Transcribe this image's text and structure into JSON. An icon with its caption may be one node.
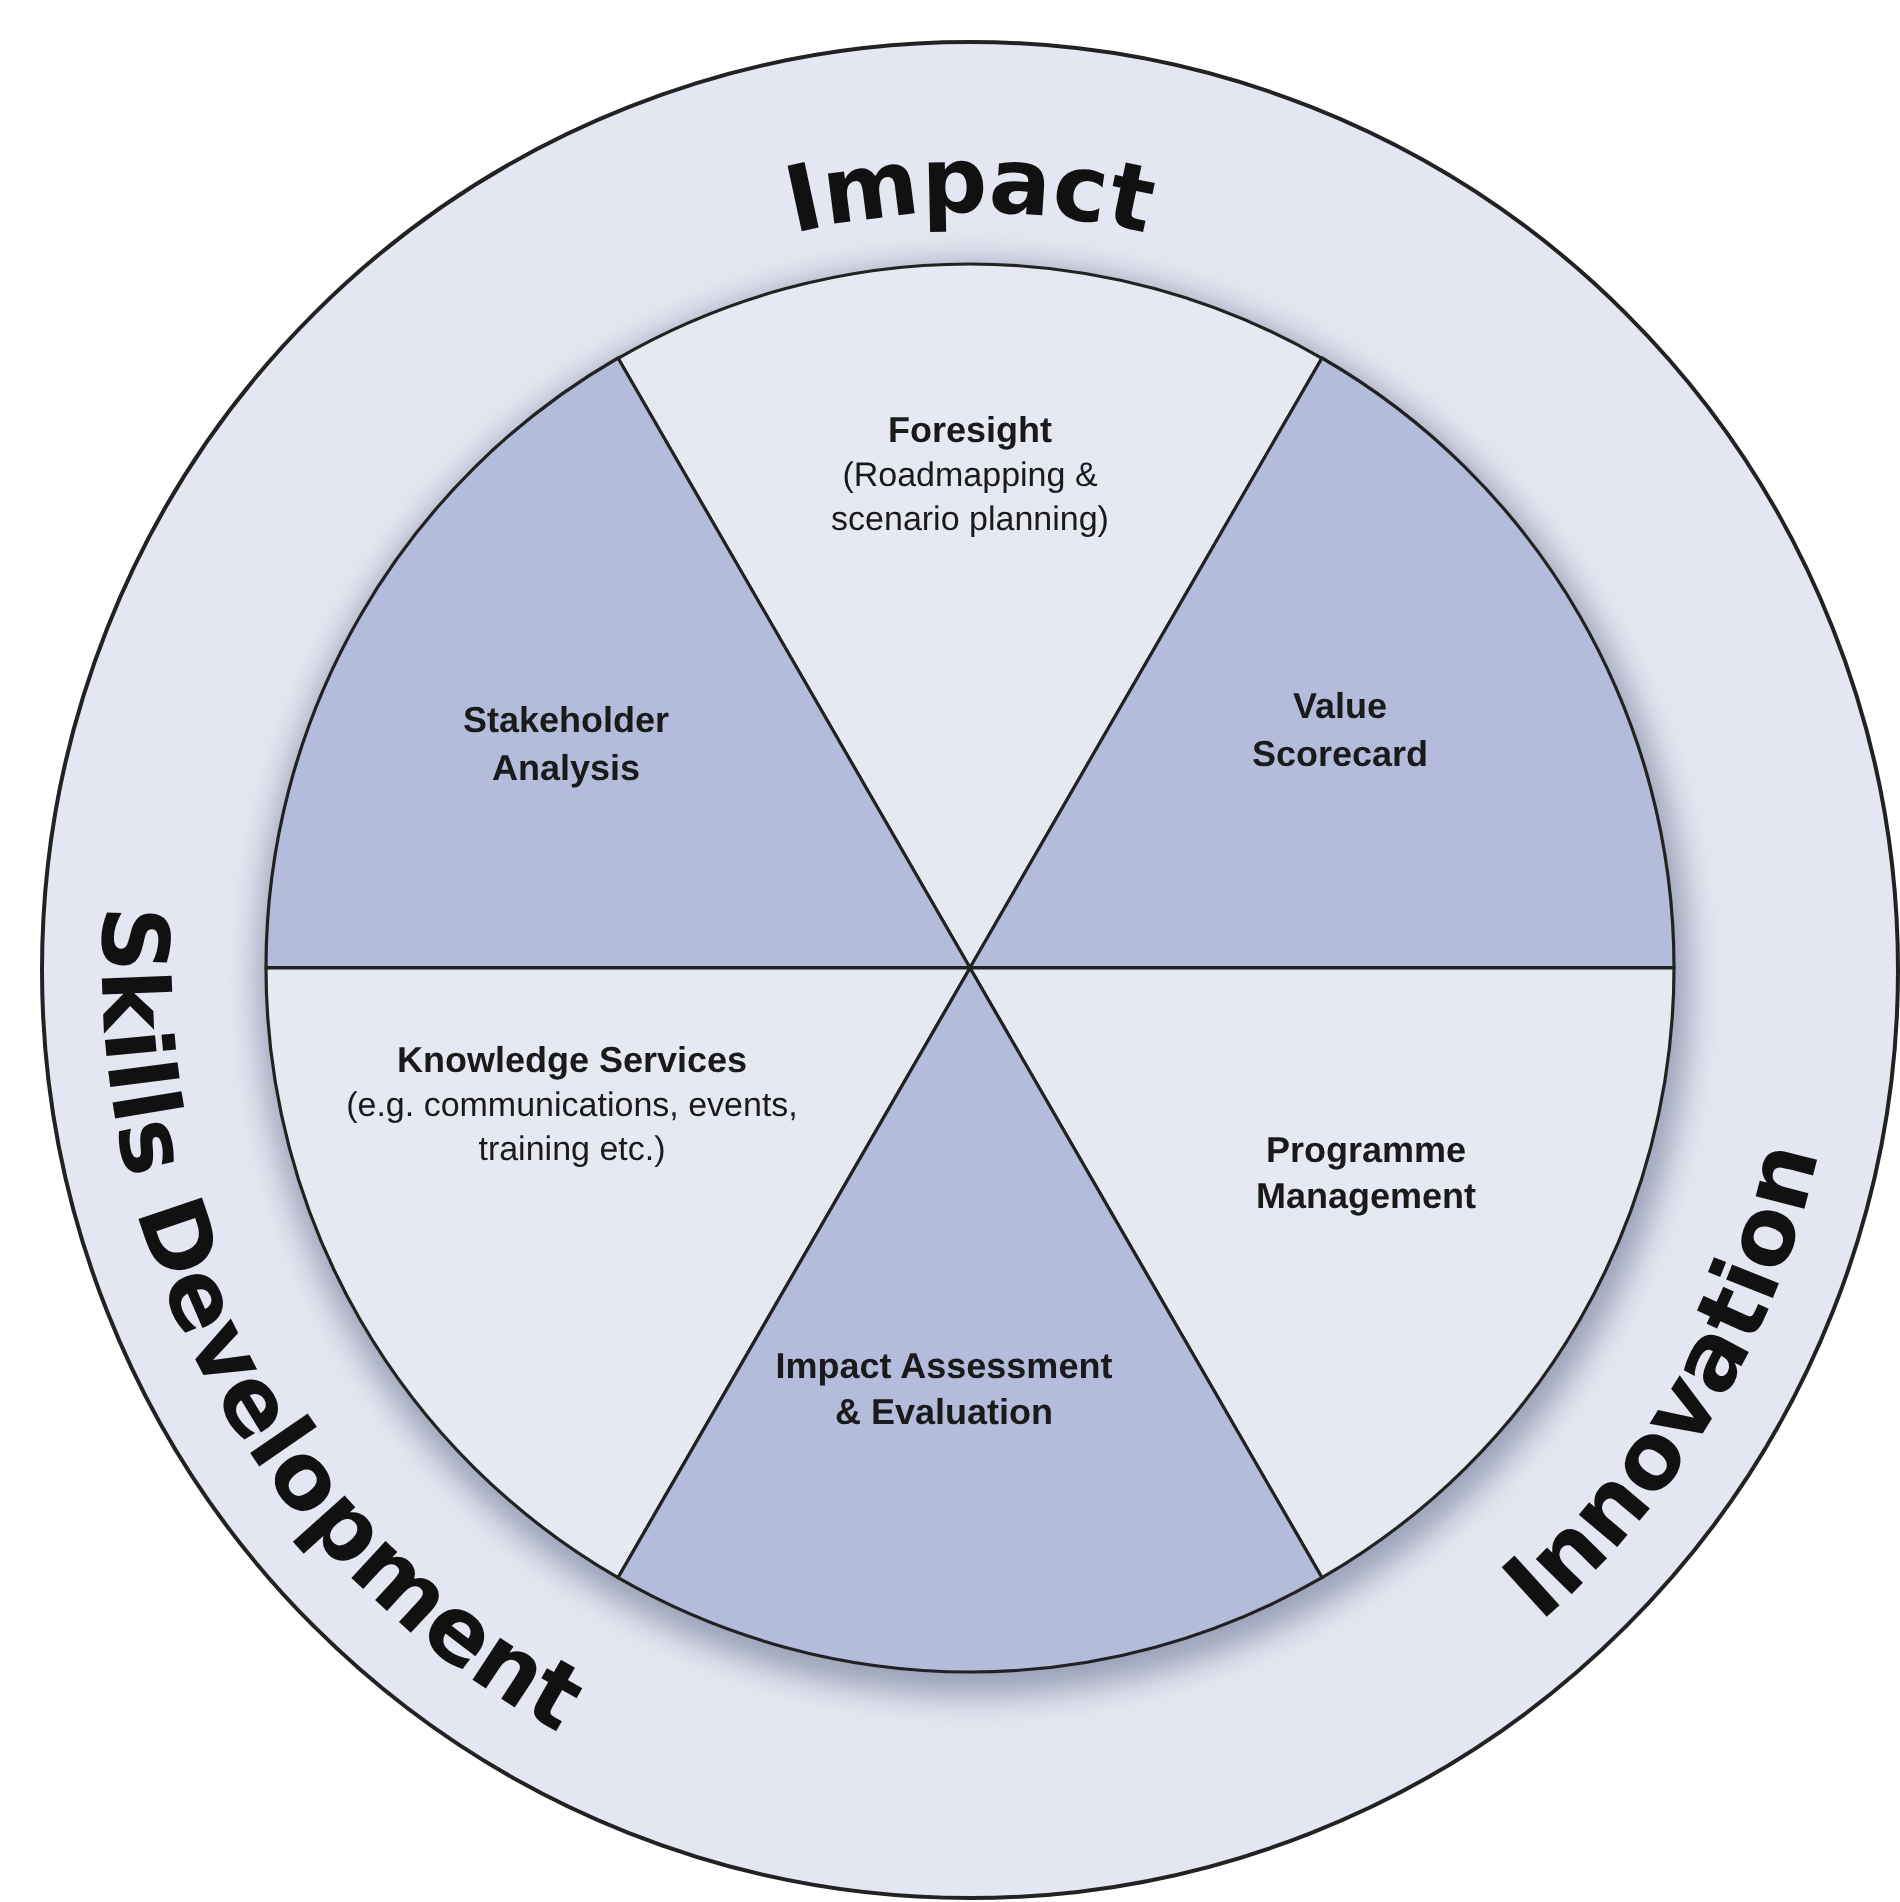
{
  "diagram": {
    "nodes": [
      {
        "text": [
          "Impact",
          "Skills Development",
          "Innovation"
        ]
      },
      {
        "text": [
          "Foresight",
          "(Roadmapping & scenario planning)"
        ],
        "in": 0
      },
      {
        "text": [
          "Stakeholder Analysis"
        ],
        "in": 0
      },
      {
        "text": [
          "Value Scorecard"
        ],
        "in": 0
      },
      {
        "text": [
          "Knowledge Services",
          "(e.g. communications, events, training etc.)"
        ],
        "in": 0
      },
      {
        "text": [
          "Programme Management"
        ],
        "in": 0
      },
      {
        "text": [
          "Impact Assessment & Evaluation"
        ],
        "in": 0
      }
    ]
  }
}
